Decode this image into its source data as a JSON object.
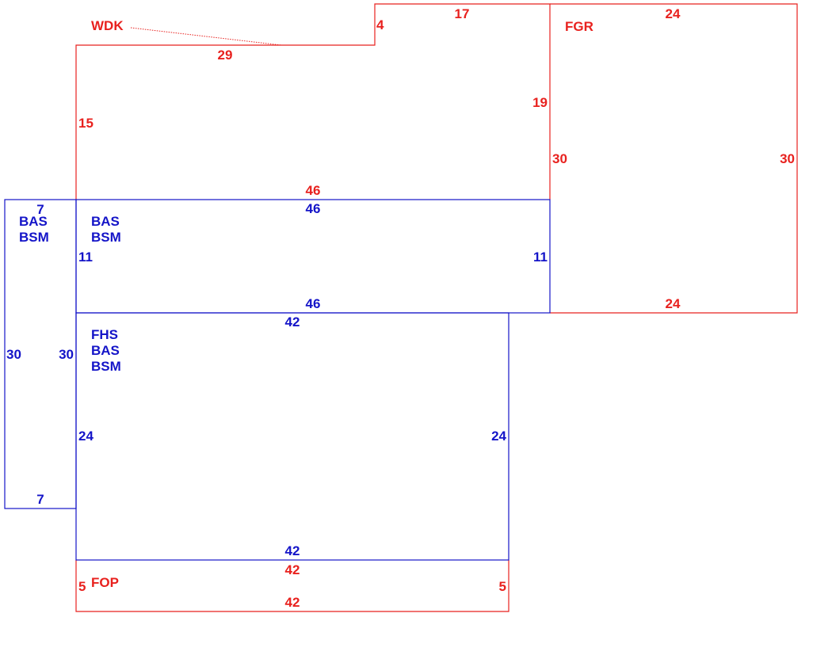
{
  "colors": {
    "red": "#e8211e",
    "blue": "#1414c8",
    "background": "#ffffff"
  },
  "areas": {
    "wdk": {
      "code": "WDK"
    },
    "fgr": {
      "code": "FGR"
    },
    "bas_left": {
      "code1": "BAS",
      "code2": "BSM"
    },
    "bas_mid": {
      "code1": "BAS",
      "code2": "BSM"
    },
    "fhs": {
      "code1": "FHS",
      "code2": "BAS",
      "code3": "BSM"
    },
    "fop": {
      "code": "FOP"
    }
  },
  "dimensions": {
    "wdk": {
      "top_left": "29",
      "step": "4",
      "top": "17",
      "left": "15",
      "right": "19",
      "bottom": "46"
    },
    "fgr": {
      "top": "24",
      "left": "30",
      "right": "30",
      "bottom": "24"
    },
    "bas_mid": {
      "top": "46",
      "left": "11",
      "right": "11",
      "bottom": "46"
    },
    "bas_left": {
      "top": "7",
      "left": "30",
      "right": "30",
      "bottom": "7"
    },
    "fhs": {
      "top": "42",
      "left": "24",
      "right": "24",
      "bottom": "42"
    },
    "fop": {
      "top": "42",
      "left": "5",
      "right": "5",
      "bottom": "42"
    }
  }
}
